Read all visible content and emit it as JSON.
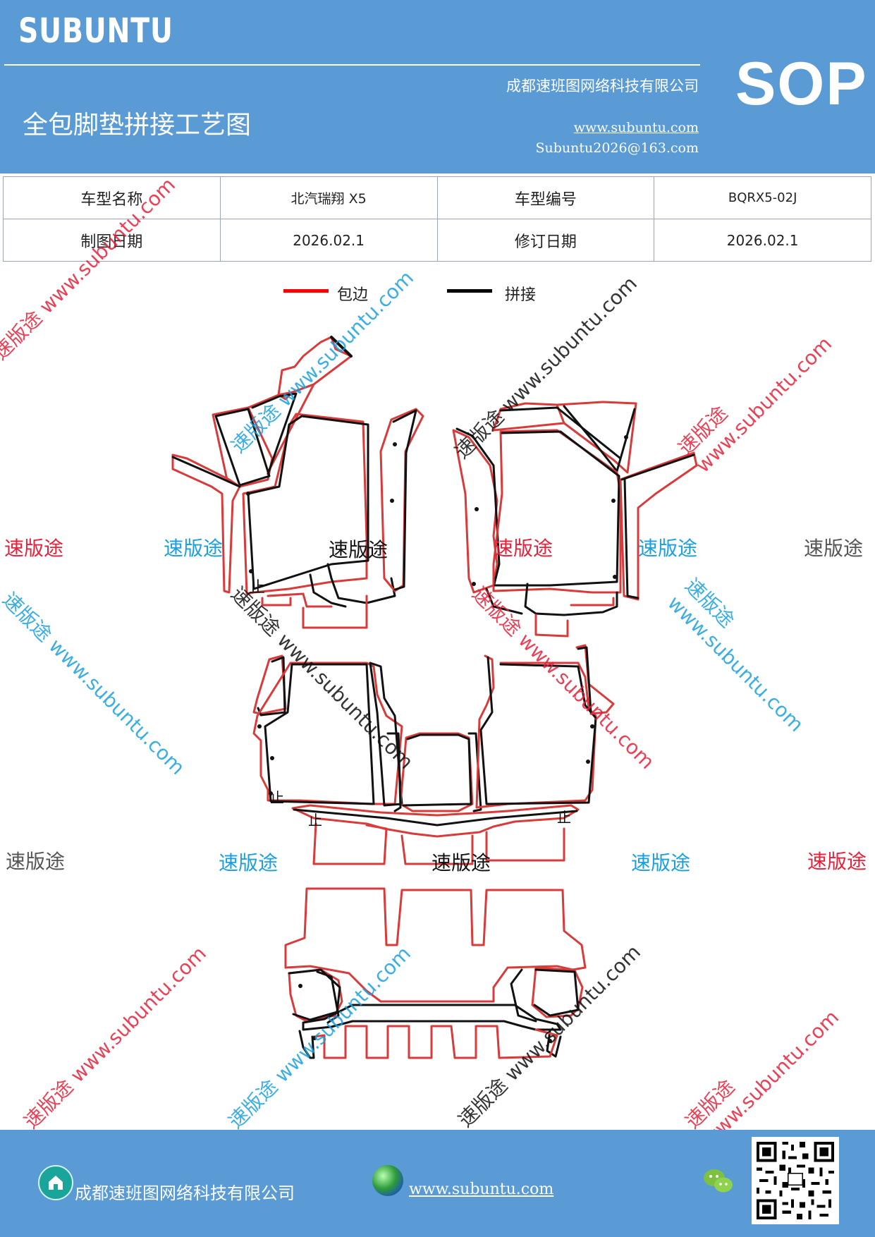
{
  "header": {
    "brand": "SUBUNTU",
    "title": "全包脚垫拼接工艺图",
    "company": "成都速班图网络科技有限公司",
    "website": "www.subuntu.com",
    "email": "Subuntu2026@163.com",
    "badge": "SOP",
    "colors": {
      "header_bg": "#5a9bd5",
      "text": "#ffffff"
    }
  },
  "info_table": {
    "row1": [
      "车型名称",
      "北汽瑞翔 X5",
      "车型编号",
      "BQRX5-02J"
    ],
    "row2": [
      "制图日期",
      "2026.02.1",
      "修订日期",
      "2026.02.1"
    ]
  },
  "legend": {
    "items": [
      {
        "label": "包边",
        "color": "#ff0000"
      },
      {
        "label": "拼接",
        "color": "#000000"
      }
    ]
  },
  "diagram": {
    "stop_mark": "止",
    "colors": {
      "edge_binding": "#d93a3a",
      "seam": "#111111"
    }
  },
  "watermarks": {
    "short_text": "速版途",
    "long_text": "速版途 www.subuntu.com",
    "colors": {
      "red": "#e8203a",
      "blue": "#1aa0e0",
      "gray": "#555555",
      "black": "#111111"
    }
  },
  "footer": {
    "company": "成都速班图网络科技有限公司",
    "website": "www.subuntu.com",
    "icons": [
      "home-icon",
      "globe-icon",
      "wechat-icon",
      "qr-code-icon"
    ]
  }
}
